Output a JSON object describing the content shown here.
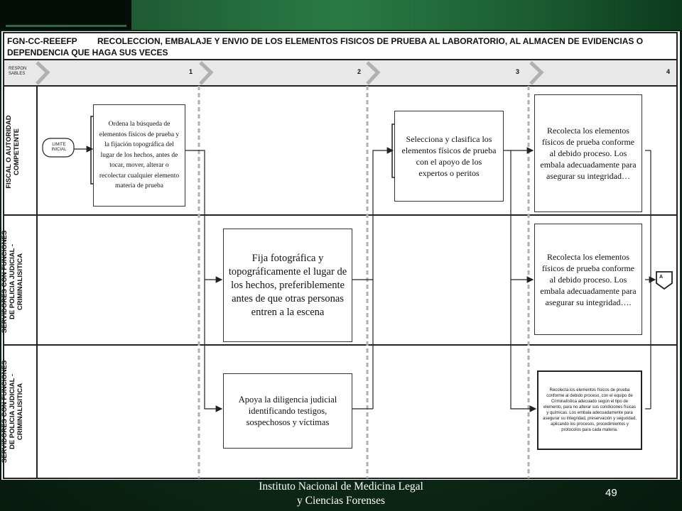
{
  "header": {
    "code": "FGN-CC-REEEFP",
    "title": "RECOLECCION, EMBALAJE Y ENVIO DE LOS ELEMENTOS FISICOS DE PRUEBA AL LABORATORIO, AL ALMACEN DE EVIDENCIAS O DEPENDENCIA QUE HAGA SUS VECES",
    "responsables_label": "RESPON SABLES"
  },
  "phases": [
    "1",
    "2",
    "3",
    "4"
  ],
  "lanes": [
    "FISCAL O AUTORIDAD\nCOMPETENTE",
    "SERVIDORES CON FUNCIONES\nDE POLICIA JUDICIAL -\nCRIMINALISITICA",
    "SERVIDORES CON FUNCIONES\nDE POLICIA JUDICIAL -\nCRIMINALISITICA"
  ],
  "start_label": "LIMITE INICIAL",
  "connector_label": "A",
  "boxes": {
    "b1": "Ordena la búsqueda de elementos físicos de prueba y la fijación topográfica del lugar de los hechos, antes de tocar, mover, alterar o recolectar cualquier elemento materia de prueba",
    "b2": "Fija fotográfica y topográficamente el lugar de los hechos, preferiblemente antes de que otras personas entren a la escena",
    "b3": "Apoya la diligencia judicial identificando testigos, sospechosos y víctimas",
    "b4": "Selecciona y clasifica los elementos físicos de prueba con el apoyo de los expertos o peritos",
    "b5": "Recolecta los elementos físicos de prueba conforme al debido proceso. Los embala adecuadamente para asegurar su integridad…",
    "b6": "Recolecta los elementos físicos de prueba conforme al debido proceso. Los embala adecuadamente para asegurar su integridad….",
    "b7": "Recolecta los elementos físicos de prueba conforme al debido proceso, con el equipo de Criminalística adecuado según el tipo de elemento, para no alterar sus condiciones físicas y químicas. Los embala adecuadamente para asegurar su integridad, preservación y seguridad, aplicando los procesos, procedimientos y protocolos para cada materia."
  },
  "footer": {
    "line1": "Instituto Nacional de Medicina Legal",
    "line2": "y Ciencias Forenses",
    "page": "49"
  }
}
